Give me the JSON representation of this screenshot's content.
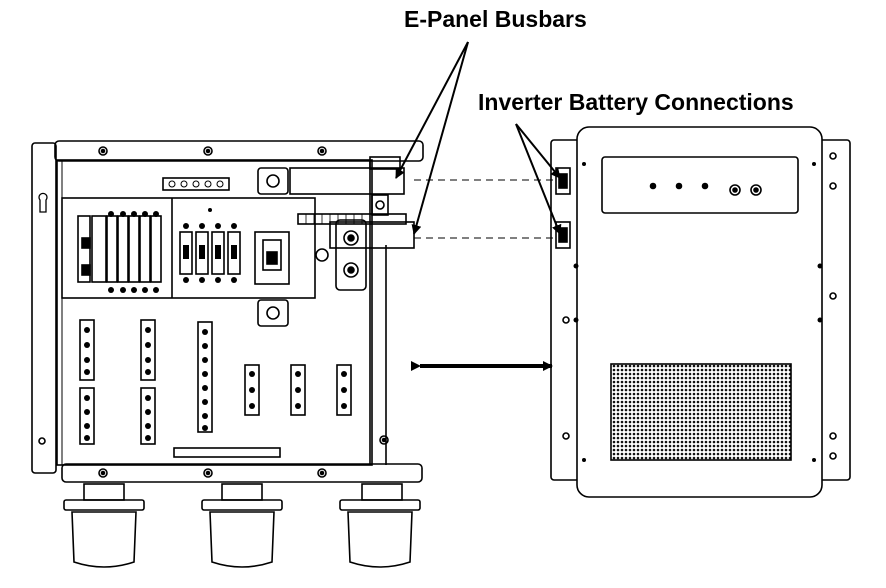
{
  "labels": {
    "busbars": "E-Panel Busbars",
    "inverter": "Inverter Battery Connections"
  },
  "colors": {
    "stroke": "#000000",
    "background": "#ffffff",
    "grille": "#1a1a1a"
  },
  "components": {
    "panel": "e-panel-enclosure",
    "inverter": "inverter-unit",
    "connector": "double-headed-arrow"
  }
}
